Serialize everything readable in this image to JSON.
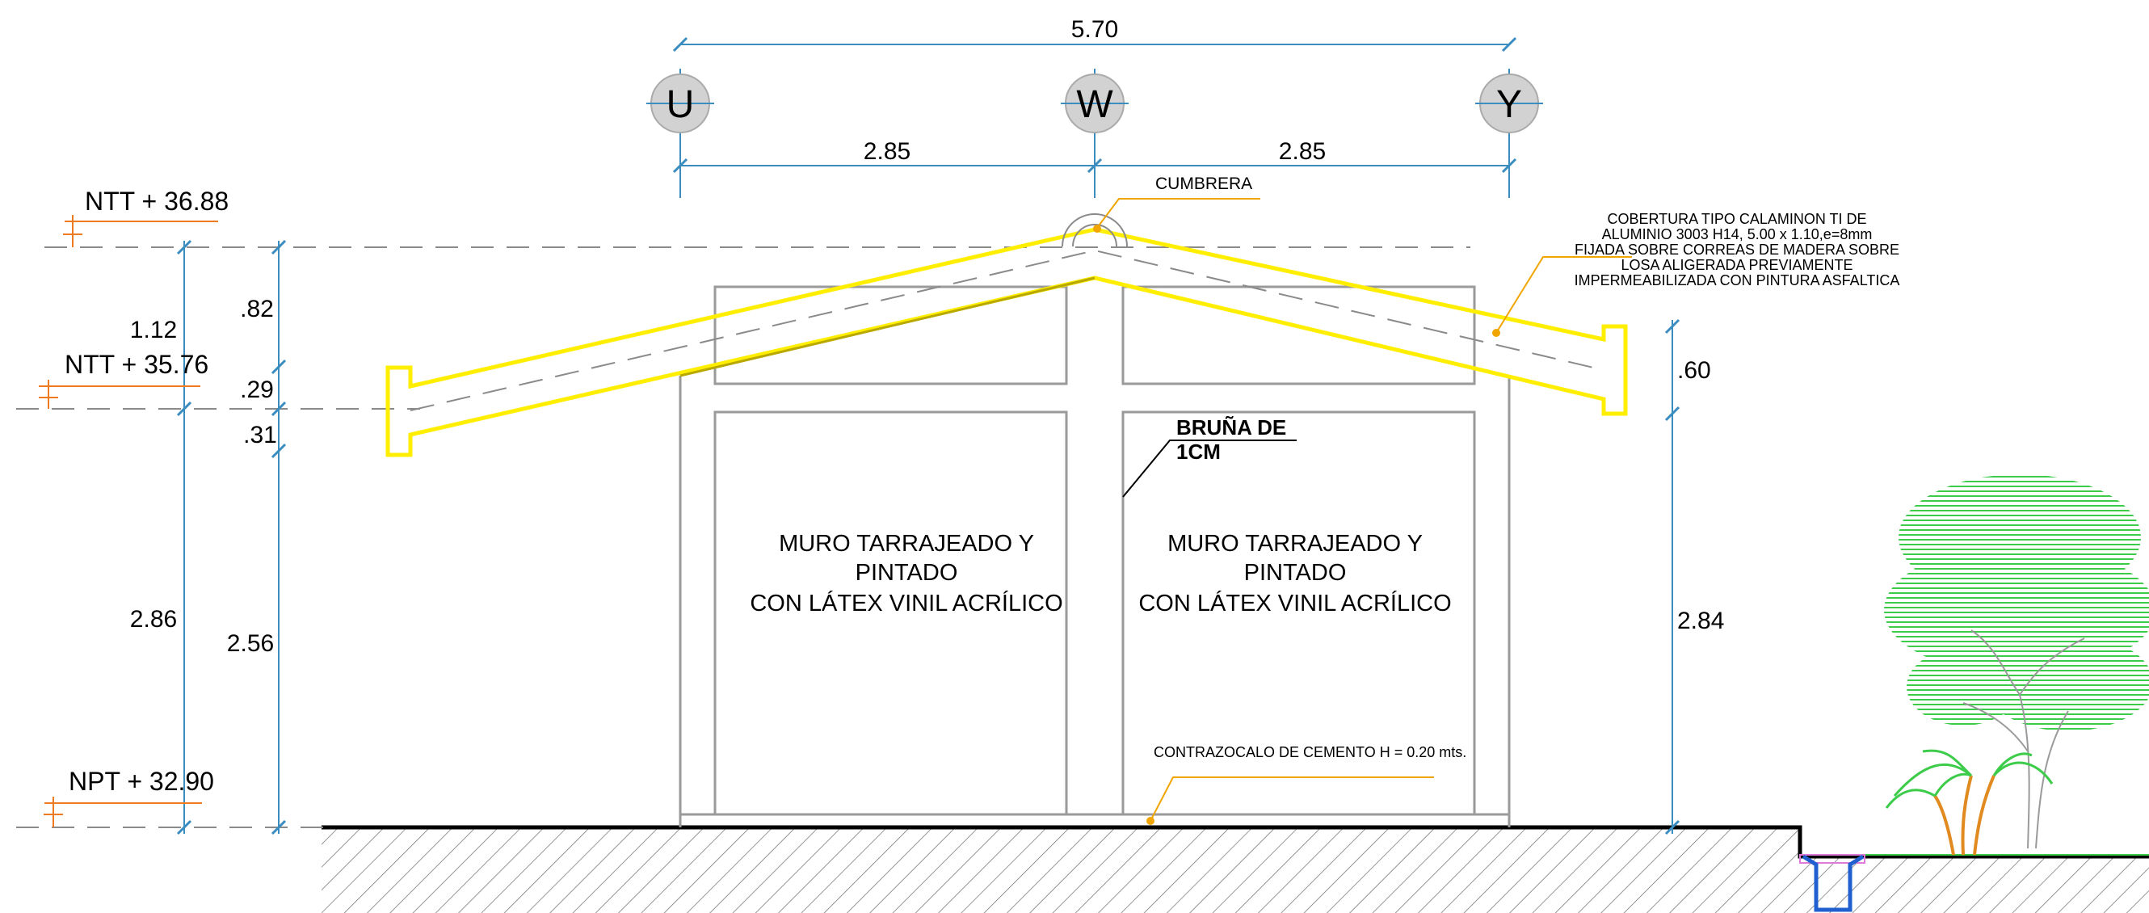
{
  "axes": {
    "u": "U",
    "w": "W",
    "y": "Y"
  },
  "dimensions": {
    "total_span": "5.70",
    "span_left": "2.85",
    "span_right": "2.85",
    "left_outer_upper": "1.12",
    "left_outer_lower": "2.86",
    "left_inner_top": ".82",
    "left_inner_mid": ".29",
    "left_inner_bot": ".31",
    "left_inner_wall": "2.56",
    "right_top": ".60",
    "right_wall": "2.84"
  },
  "levels": {
    "ntt_top": "NTT + 36.88",
    "ntt_mid": "NTT + 35.76",
    "npt": "NPT + 32.90"
  },
  "labels": {
    "cumbrera": "CUMBRERA",
    "cobertura": [
      "COBERTURA TIPO CALAMINON TI DE",
      "ALUMINIO 3003 H14, 5.00 x 1.10,e=8mm",
      "FIJADA SOBRE CORREAS DE MADERA SOBRE",
      "LOSA ALIGERADA PREVIAMENTE",
      "IMPERMEABILIZADA CON PINTURA ASFALTICA"
    ],
    "bruna": [
      "BRUÑA DE",
      "1CM"
    ],
    "muro_left": [
      "MURO TARRAJEADO Y",
      "PINTADO",
      "CON LÁTEX VINIL ACRÍLICO"
    ],
    "muro_right": [
      "MURO TARRAJEADO Y",
      "PINTADO",
      "CON LÁTEX VINIL ACRÍLICO"
    ],
    "contrazocalo": "CONTRAZOCALO DE CEMENTO H = 0.20 mts."
  },
  "colors": {
    "dimension": "#3c8dbf",
    "roof": "#ffee00",
    "leader": "#f0a500",
    "level_marker": "#f07a20",
    "wall": "#9a9a9a",
    "tree": "#3ccc4a",
    "drain": "#1f5fd0"
  }
}
